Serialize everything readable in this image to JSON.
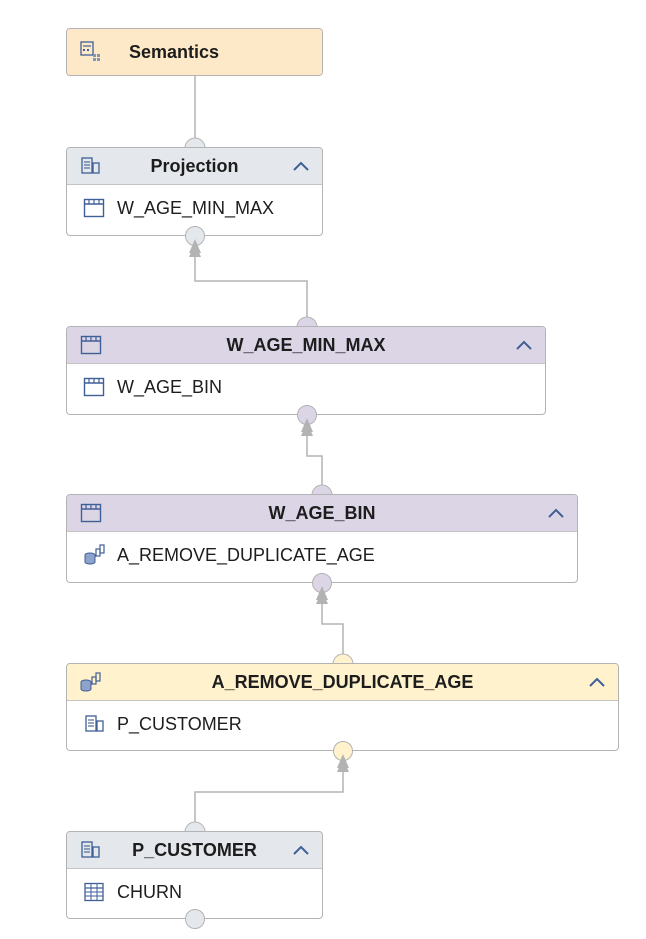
{
  "colors": {
    "semantics_header": "#fde9c7",
    "projection_header": "#e4e8ec",
    "window_header": "#dcd5e6",
    "aggregation_header": "#fff2cd",
    "connector_line": "#b3b3b3",
    "icon_blue": "#3f5f97"
  },
  "nodes": {
    "semantics": {
      "title": "Semantics",
      "icon": "semantics-icon"
    },
    "projection": {
      "title": "Projection",
      "icon": "projection-icon",
      "input": "W_AGE_MIN_MAX",
      "input_icon": "window-function-icon"
    },
    "w_age_min_max": {
      "title": "W_AGE_MIN_MAX",
      "icon": "window-function-icon",
      "input": "W_AGE_BIN",
      "input_icon": "window-function-icon"
    },
    "w_age_bin": {
      "title": "W_AGE_BIN",
      "icon": "window-function-icon",
      "input": "A_REMOVE_DUPLICATE_AGE",
      "input_icon": "aggregation-icon"
    },
    "a_remove_duplicate_age": {
      "title": "A_REMOVE_DUPLICATE_AGE",
      "icon": "aggregation-icon",
      "input": "P_CUSTOMER",
      "input_icon": "projection-icon"
    },
    "p_customer": {
      "title": "P_CUSTOMER",
      "icon": "projection-icon",
      "input": "CHURN",
      "input_icon": "table-icon"
    }
  }
}
